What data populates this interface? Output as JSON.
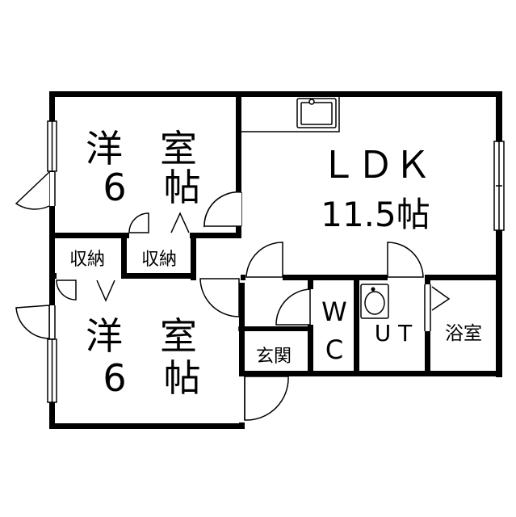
{
  "plan": {
    "line_color": "#000000",
    "background": "#ffffff",
    "rooms": {
      "bedroom_top": {
        "name": "洋　室",
        "size": "6　帖"
      },
      "bedroom_bottom": {
        "name": "洋　室",
        "size": "6　帖"
      },
      "ldk": {
        "name": "ＬＤＫ",
        "size": "11.5帖"
      },
      "storage_left": {
        "name": "収納"
      },
      "storage_right": {
        "name": "収納"
      },
      "entrance": {
        "name": "玄関"
      },
      "wc": {
        "line1": "W",
        "line2": "C"
      },
      "utility": {
        "name": "U T"
      },
      "bath": {
        "name": "浴室"
      }
    }
  }
}
